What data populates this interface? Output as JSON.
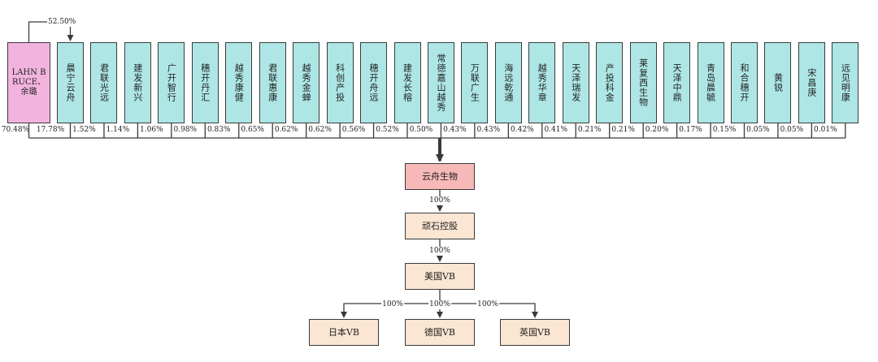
{
  "control_label": "52.50%",
  "shareholders": [
    {
      "name": "LAHN BRUCE、余璐",
      "pct": "70.48%",
      "color": "pink"
    },
    {
      "name": "晨宁云舟",
      "pct": "17.78%"
    },
    {
      "name": "君联光远",
      "pct": "1.52%"
    },
    {
      "name": "建发新兴",
      "pct": "1.14%"
    },
    {
      "name": "广开智行",
      "pct": "1.06%"
    },
    {
      "name": "穗开丹汇",
      "pct": "0.98%"
    },
    {
      "name": "越秀康健",
      "pct": "0.83%"
    },
    {
      "name": "君联惠康",
      "pct": "0.65%"
    },
    {
      "name": "越秀金蝉",
      "pct": "0.62%"
    },
    {
      "name": "科创产投",
      "pct": "0.62%"
    },
    {
      "name": "穗开舟远",
      "pct": "0.56%"
    },
    {
      "name": "建发长榕",
      "pct": "0.52%"
    },
    {
      "name": "常德嘉山越秀",
      "pct": "0.50%"
    },
    {
      "name": "万联广生",
      "pct": "0.43%"
    },
    {
      "name": "海远乾通",
      "pct": "0.43%"
    },
    {
      "name": "越秀华章",
      "pct": "0.42%"
    },
    {
      "name": "天泽瑞发",
      "pct": "0.41%"
    },
    {
      "name": "产投科金",
      "pct": "0.21%"
    },
    {
      "name": "莱复西生物",
      "pct": "0.21%"
    },
    {
      "name": "天泽中鼎",
      "pct": "0.20%"
    },
    {
      "name": "青岛晨毓",
      "pct": "0.17%"
    },
    {
      "name": "和合穗开",
      "pct": "0.15%"
    },
    {
      "name": "黄锐",
      "pct": "0.05%"
    },
    {
      "name": "宋昌庚",
      "pct": "0.05%"
    },
    {
      "name": "远见明康",
      "pct": "0.01%"
    }
  ],
  "entities": {
    "yunzhou": "云舟生物",
    "wanshi": "顽石控股",
    "us_vb": "美国VB",
    "jp_vb": "日本VB",
    "de_vb": "德国VB",
    "uk_vb": "英国VB"
  },
  "edge_labels": {
    "yunzhou_to_wanshi": "100%",
    "wanshi_to_us": "100%",
    "us_to_jp": "100%",
    "us_to_de": "100%",
    "us_to_uk": "100%"
  },
  "colors": {
    "shareholder_box": "#aee6e6",
    "founder_box": "#f2b3df",
    "main_entity": "#f7b8b8",
    "sub_entity": "#fbe5d3",
    "line": "#3a3a3a"
  }
}
